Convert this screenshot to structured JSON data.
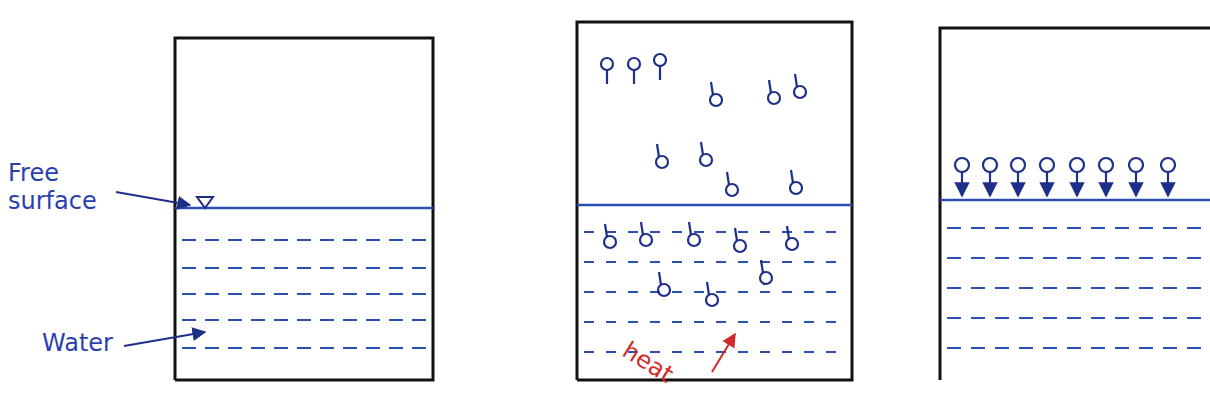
{
  "diagram": {
    "labels": [
      "Free surface",
      "Water",
      "heat"
    ]
  }
}
